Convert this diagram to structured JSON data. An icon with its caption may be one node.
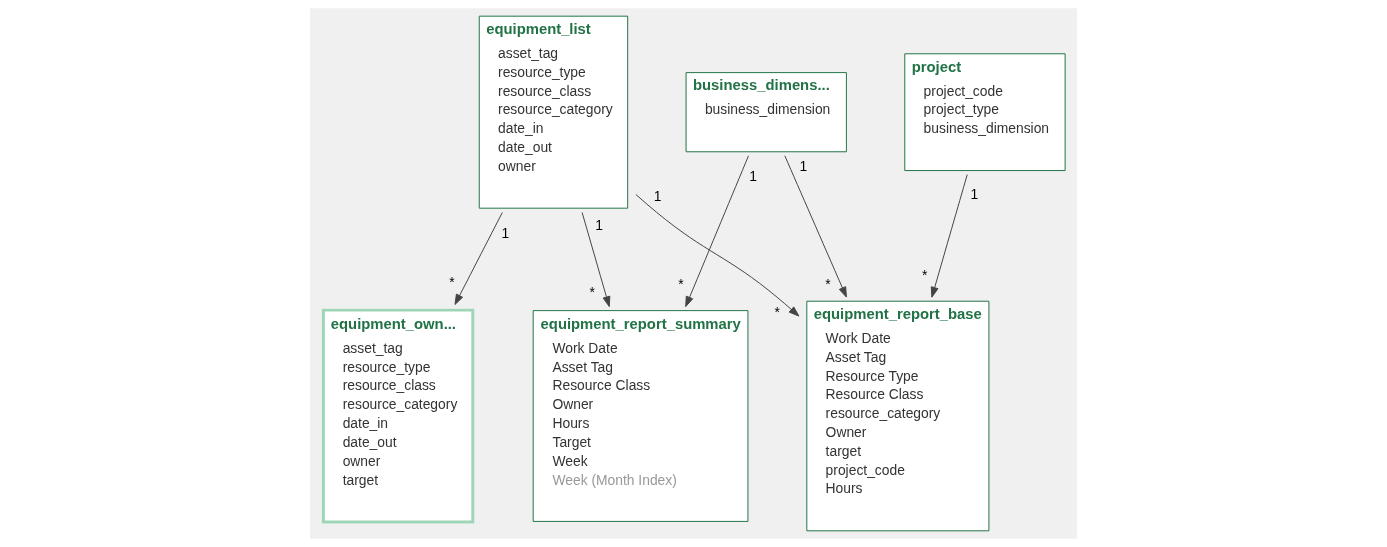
{
  "diagram": {
    "nodes": [
      {
        "text": [
          "equipment_report_summary",
          "Work Date",
          "Asset Tag",
          "Resource Class",
          "Owner",
          "Hours",
          "Target",
          "Week",
          "Week (Month Index)"
        ]
      },
      {
        "text": [
          "business_dimens...",
          "business_dimension"
        ]
      },
      {
        "text": [
          "equipment_own...",
          "asset_tag",
          "resource_type",
          "resource_class",
          "resource_category",
          "date_in",
          "date_out",
          "owner",
          "target"
        ]
      },
      {
        "text": [
          "equipment_report_base",
          "Work Date",
          "Asset Tag",
          "Resource Type",
          "Resource Class",
          "resource_category",
          "Owner",
          "target",
          "project_code",
          "Hours"
        ]
      },
      {
        "text": [
          "project",
          "project_code",
          "project_type",
          "business_dimension"
        ]
      },
      {
        "text": [
          "equipment_list",
          "asset_tag",
          "resource_type",
          "resource_class",
          "resource_category",
          "date_in",
          "date_out",
          "owner"
        ]
      }
    ],
    "edges": [
      {
        "from": 1,
        "to": 0,
        "arrow": "to"
      },
      {
        "from": 5,
        "to": 0,
        "arrow": "to"
      },
      {
        "from": 1,
        "to": 3,
        "arrow": "to"
      },
      {
        "from": 4,
        "to": 3,
        "arrow": "to"
      },
      {
        "from": 5,
        "to": 2,
        "arrow": "to"
      },
      {
        "from": 5,
        "to": 3,
        "arrow": "to"
      }
    ],
    "labels": [
      "1",
      "*",
      "1",
      "*",
      "1",
      "*",
      "1",
      "*",
      "1",
      "*",
      "1",
      "*"
    ]
  }
}
